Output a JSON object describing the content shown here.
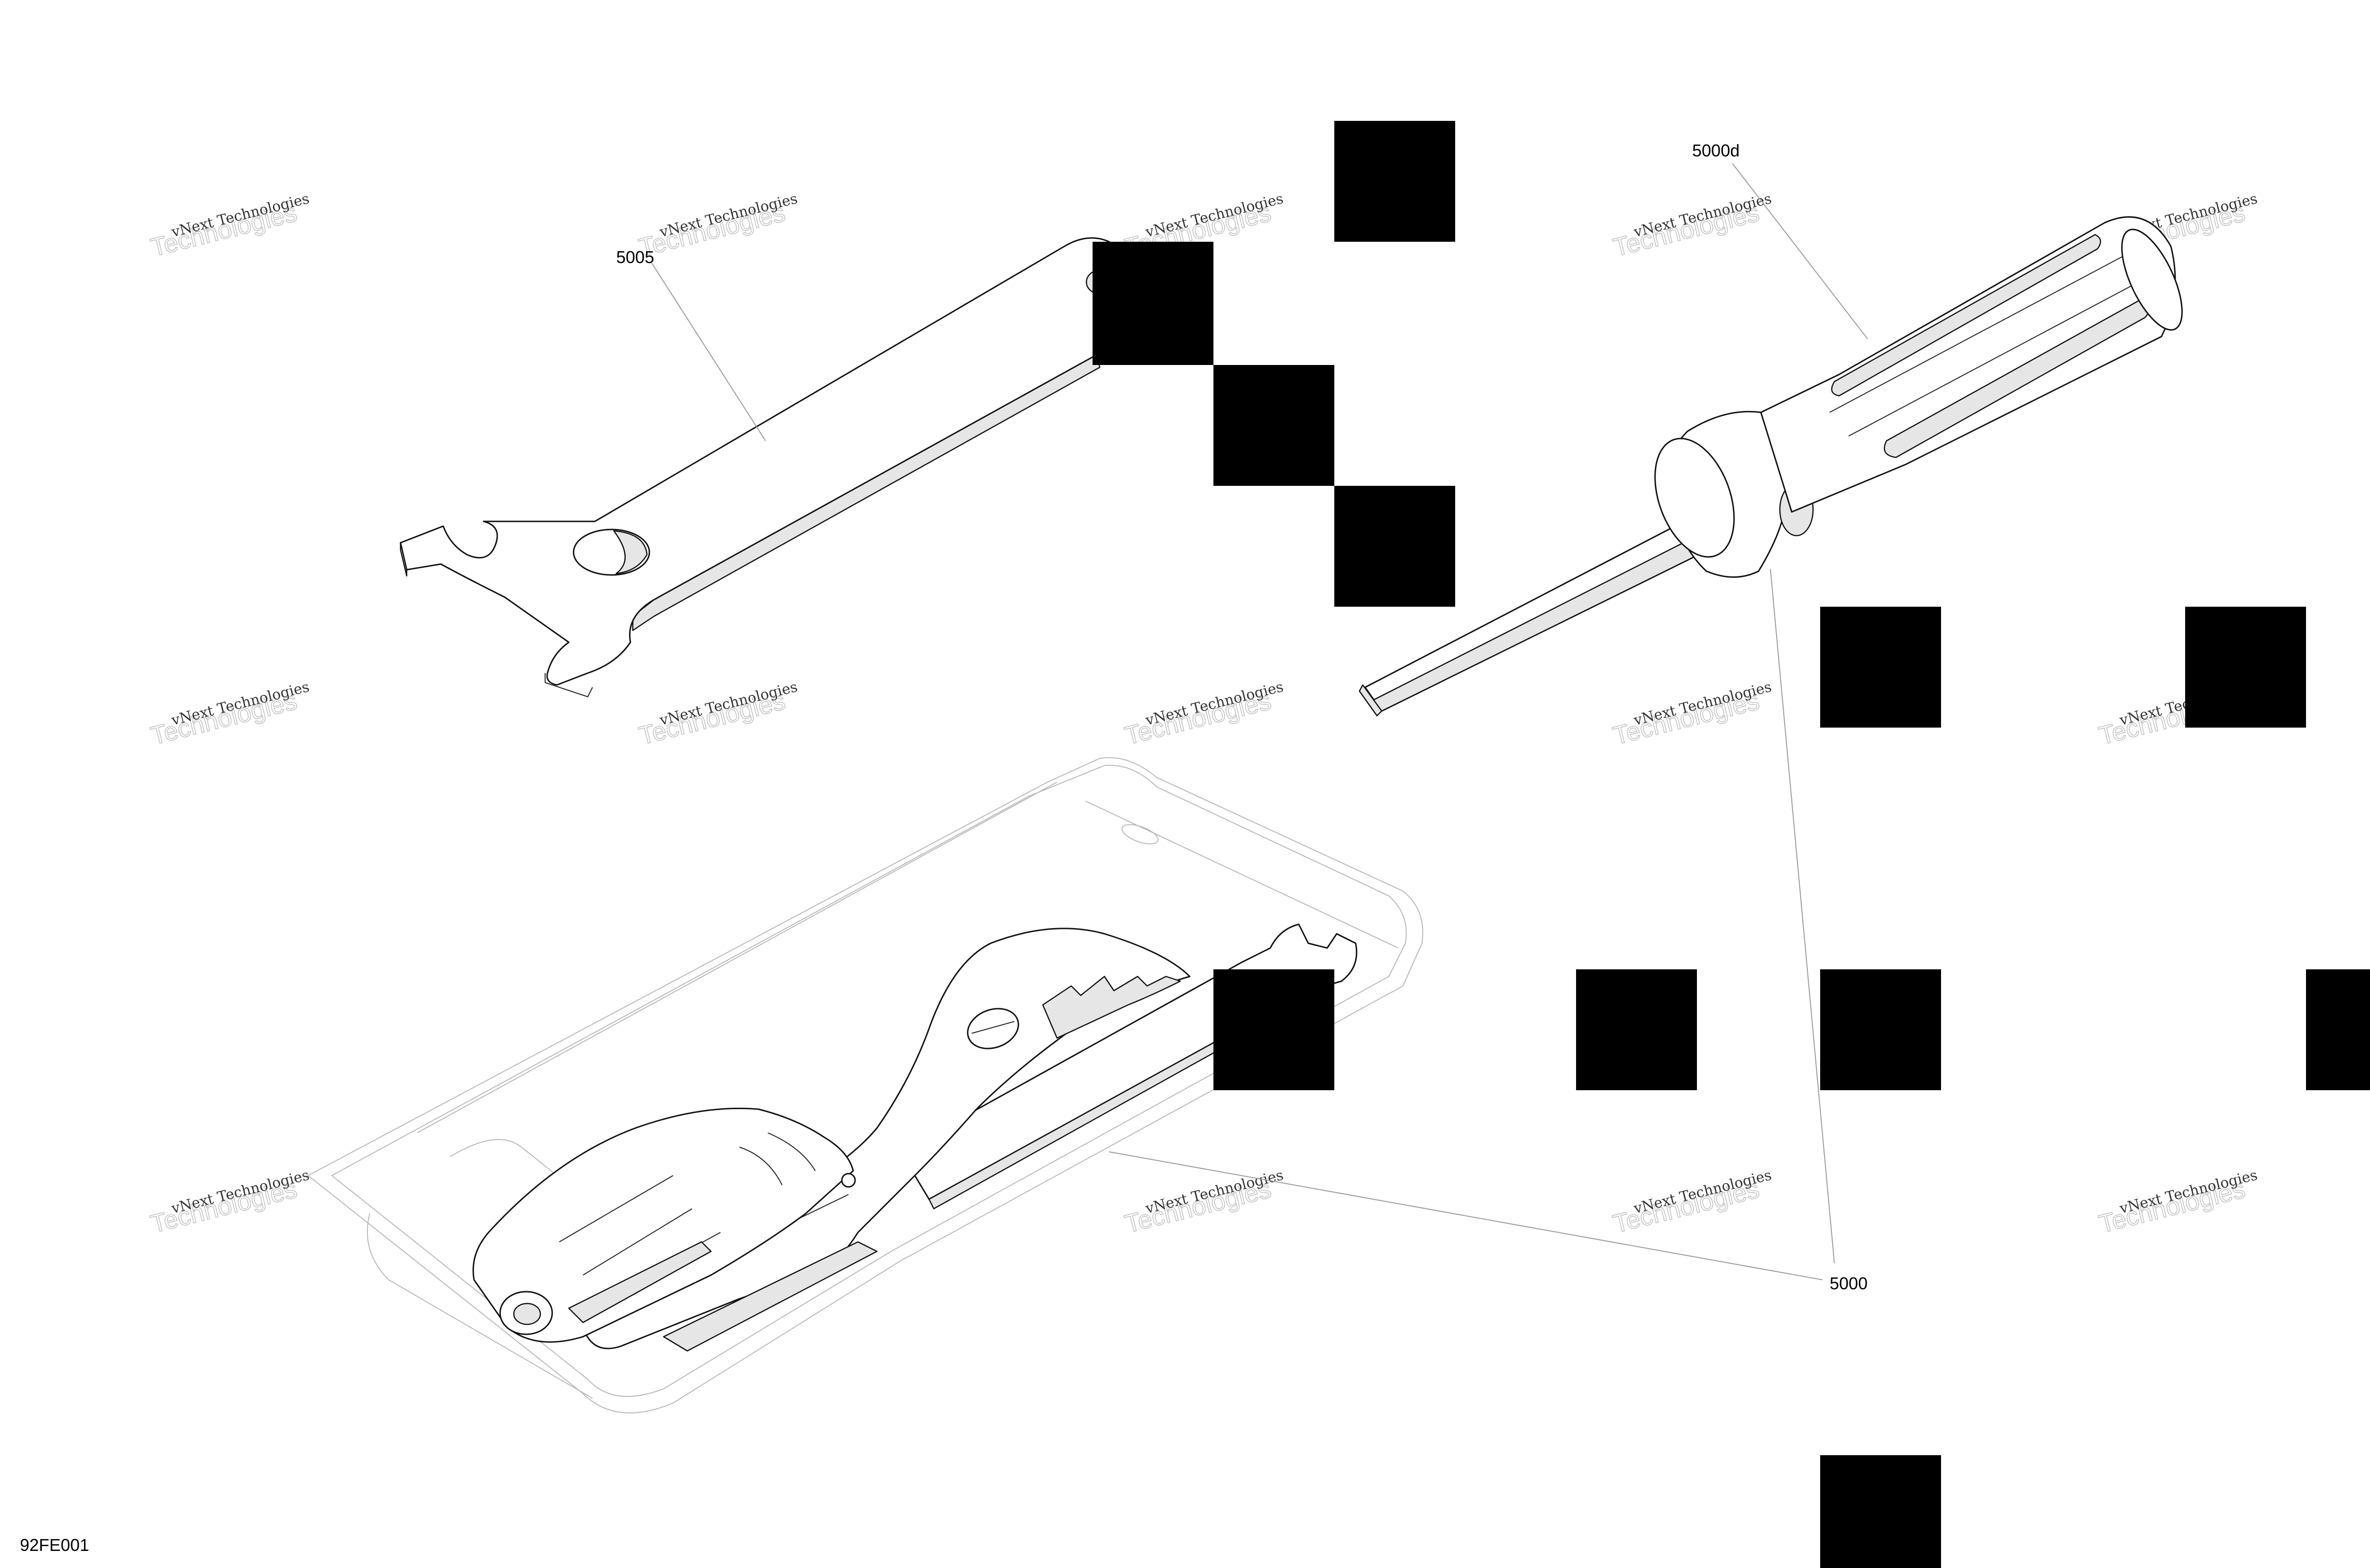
{
  "figure": {
    "figure_id": "92FE001",
    "callouts": {
      "spanner_wrench": "5005",
      "screwdriver": "5000d",
      "tool_kit": "5000"
    },
    "watermark": {
      "line1": "vNext Technologies",
      "line2": "Technologies"
    }
  }
}
